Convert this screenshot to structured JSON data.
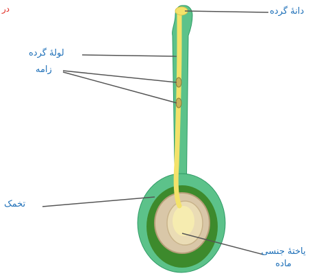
{
  "corner_text": "در",
  "labels": {
    "pollen_grain": "دانهٔ گرده",
    "pollen_tube": "لولهٔ گرده",
    "sperm": "زامه",
    "ovule": "تخمک",
    "egg_line1": "یاختهٔ جنسی",
    "egg_line2": "ماده"
  },
  "colors": {
    "label_text": "#1d6fb8",
    "corner_text": "#e0241b",
    "pistil_fill": "#5cc28a",
    "pistil_edge": "#2f9a66",
    "ovary_inner": "#3d8a2c",
    "pollen_tube": "#f3e26a",
    "ovule_fill": "#d9c7a8",
    "egg_fill": "#f6ecb0",
    "leader_line": "#555555"
  }
}
